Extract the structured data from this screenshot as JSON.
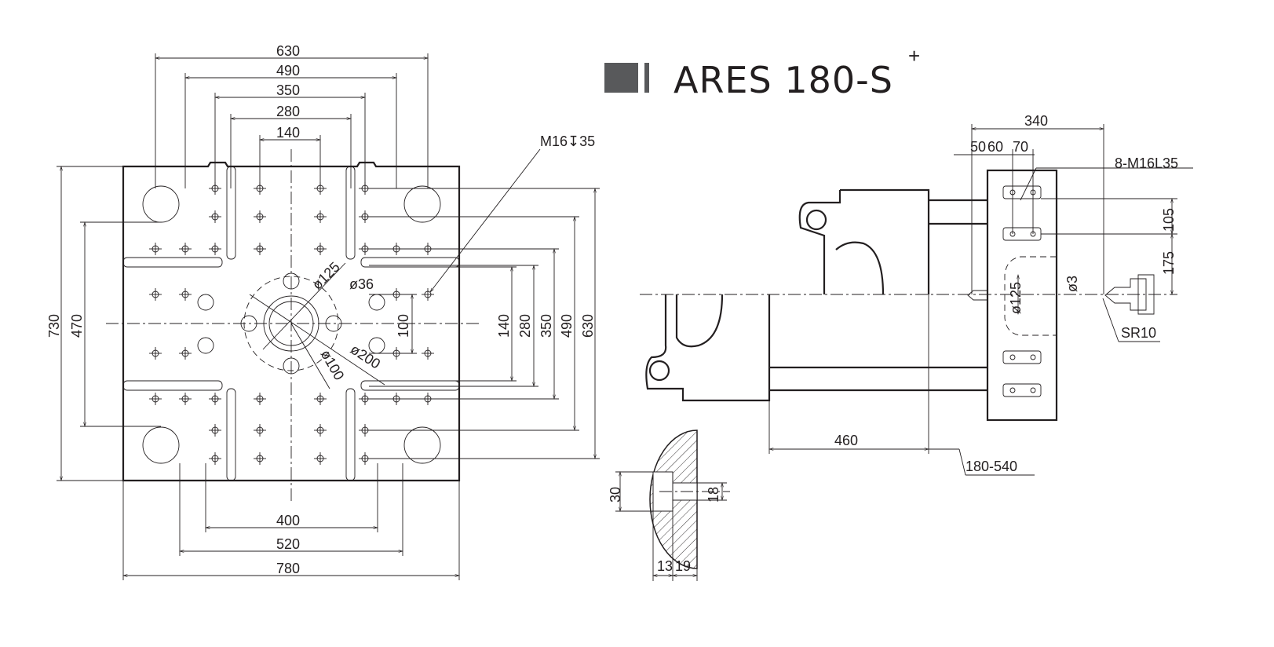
{
  "title": {
    "model": "ARES 180-S",
    "superscript": "+",
    "badge_color": "#58595b"
  },
  "platen_dims": {
    "top": [
      "630",
      "490",
      "350",
      "280",
      "140"
    ],
    "left": [
      "730",
      "470"
    ],
    "right": [
      "100",
      "140",
      "280",
      "350",
      "490",
      "630"
    ],
    "bottom": [
      "400",
      "520",
      "780"
    ],
    "callout_thread": "M16↧35",
    "dia_125": "ø125",
    "dia_36": "ø36",
    "dia_200": "ø200",
    "dia_100": "ø100"
  },
  "side_dims": {
    "d340": "340",
    "d50": "50",
    "d60": "60",
    "d70": "70",
    "bolt_callout": "8-M16L35",
    "d105": "105",
    "d175": "175",
    "dia_125": "ø125",
    "dia_3": "ø3",
    "sr10": "SR10",
    "d460": "460",
    "stroke": "180-540"
  },
  "section_dims": {
    "d30": "30",
    "d18": "18",
    "d13": "13",
    "d19": "19"
  }
}
